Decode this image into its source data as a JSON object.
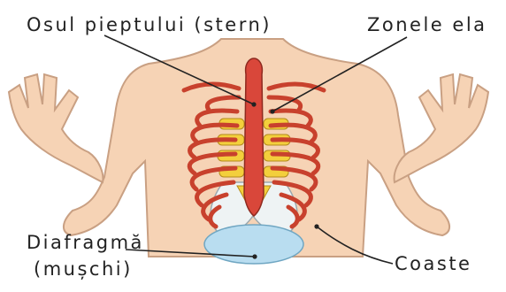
{
  "labels": {
    "sternum": "Osul pieptului (stern)",
    "elastic_zones": "Zonele ela",
    "diaphragm": "Diafragmă",
    "diaphragm_note": "(mușchi)",
    "ribs": "Coaste"
  },
  "colors": {
    "skin": "#f6d3b5",
    "skin_outline": "#c9a083",
    "ribs": "#c8412d",
    "sternum": "#d9473a",
    "cartilage": "#f3cf3c",
    "lung_membrane": "#eef3f4",
    "diaphragm": "#b9ddf0",
    "leader_line": "#222222"
  }
}
